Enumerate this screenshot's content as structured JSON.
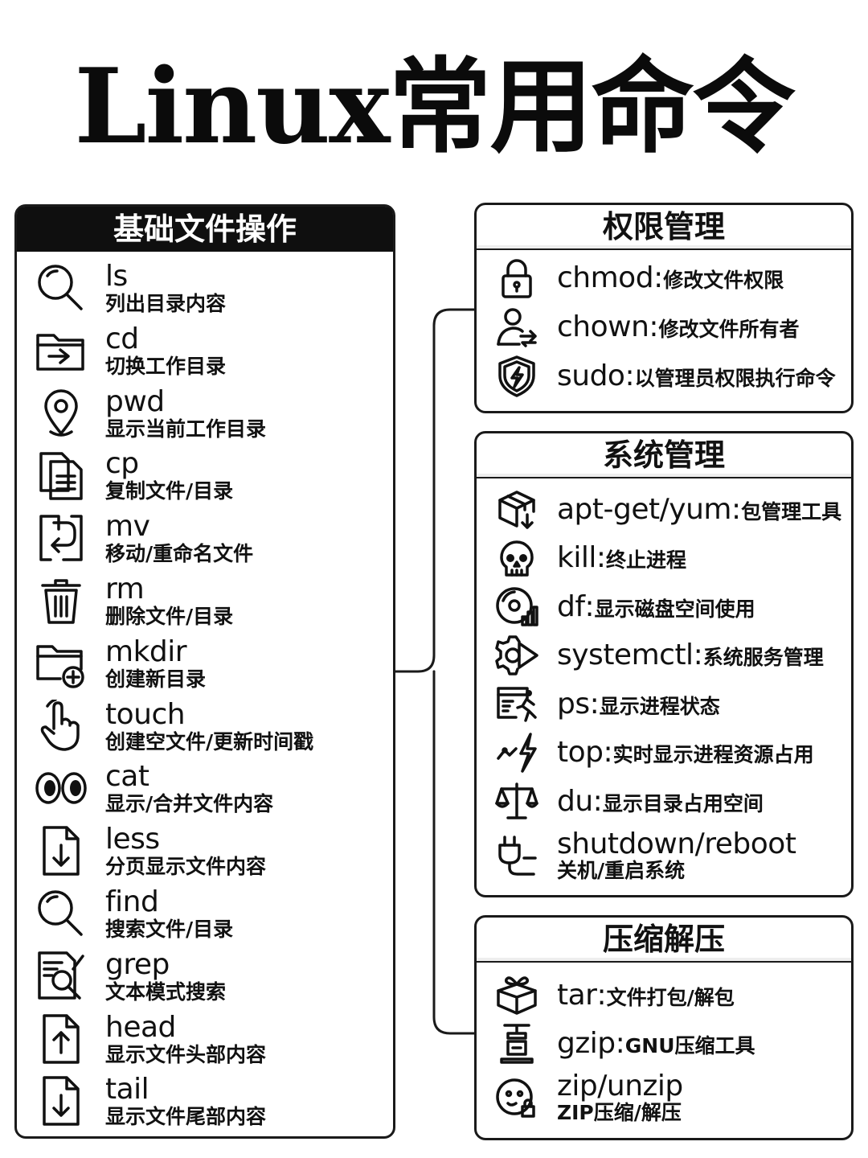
{
  "title": "Linux常用命令",
  "left_panel": {
    "header": "基础文件操作",
    "items": [
      {
        "cmd": "ls",
        "desc": "列出目录内容",
        "icon": "magnifier-icon"
      },
      {
        "cmd": "cd",
        "desc": "切换工作目录",
        "icon": "folder-arrow-icon"
      },
      {
        "cmd": "pwd",
        "desc": "显示当前工作目录",
        "icon": "location-pin-icon"
      },
      {
        "cmd": "cp",
        "desc": "复制文件/目录",
        "icon": "copy-document-icon"
      },
      {
        "cmd": "mv",
        "desc": "移动/重命名文件",
        "icon": "move-arrows-icon"
      },
      {
        "cmd": "rm",
        "desc": "删除文件/目录",
        "icon": "trash-can-icon"
      },
      {
        "cmd": "mkdir",
        "desc": "创建新目录",
        "icon": "folder-plus-icon"
      },
      {
        "cmd": "touch",
        "desc": "创建空文件/更新时间戳",
        "icon": "pointing-hand-icon"
      },
      {
        "cmd": "cat",
        "desc": "显示/合并文件内容",
        "icon": "eyes-icon"
      },
      {
        "cmd": "less",
        "desc": "分页显示文件内容",
        "icon": "document-down-icon"
      },
      {
        "cmd": "find",
        "desc": "搜索文件/目录",
        "icon": "magnifier-icon"
      },
      {
        "cmd": "grep",
        "desc": "文本模式搜索",
        "icon": "document-search-icon"
      },
      {
        "cmd": "head",
        "desc": "显示文件头部内容",
        "icon": "document-up-icon"
      },
      {
        "cmd": "tail",
        "desc": "显示文件尾部内容",
        "icon": "document-down-icon"
      }
    ]
  },
  "permission_panel": {
    "header": "权限管理",
    "items": [
      {
        "cmd": "chmod",
        "desc": "修改文件权限",
        "icon": "padlock-icon"
      },
      {
        "cmd": "chown",
        "desc": "修改文件所有者",
        "icon": "user-swap-icon"
      },
      {
        "cmd": "sudo",
        "desc": "以管理员权限执行命令",
        "icon": "shield-bolt-icon"
      }
    ]
  },
  "system_panel": {
    "header": "系统管理",
    "items": [
      {
        "cmd": "apt-get/yum",
        "desc": "包管理工具",
        "icon": "package-box-icon"
      },
      {
        "cmd": "kill",
        "desc": "终止进程",
        "icon": "skull-icon"
      },
      {
        "cmd": "df",
        "desc": "显示磁盘空间使用",
        "icon": "disk-chart-icon"
      },
      {
        "cmd": "systemctl",
        "desc": "系统服务管理",
        "icon": "gear-play-icon"
      },
      {
        "cmd": "ps",
        "desc": "显示进程状态",
        "icon": "runner-window-icon"
      },
      {
        "cmd": "top",
        "desc": "实时显示进程资源占用",
        "icon": "graph-bolt-icon"
      },
      {
        "cmd": "du",
        "desc": "显示目录占用空间",
        "icon": "balance-scale-icon"
      },
      {
        "cmd": "shutdown/reboot",
        "desc": "关机/重启系统",
        "icon": "power-plug-icon"
      }
    ]
  },
  "compress_panel": {
    "header": "压缩解压",
    "items": [
      {
        "cmd": "tar",
        "desc": "文件打包/解包",
        "icon": "gift-box-icon"
      },
      {
        "cmd": "gzip",
        "desc": "GNU压缩工具",
        "icon": "press-icon"
      },
      {
        "cmd": "zip/unzip",
        "desc": "ZIP压缩/解压",
        "icon": "face-lock-icon"
      }
    ]
  },
  "colon": ":"
}
